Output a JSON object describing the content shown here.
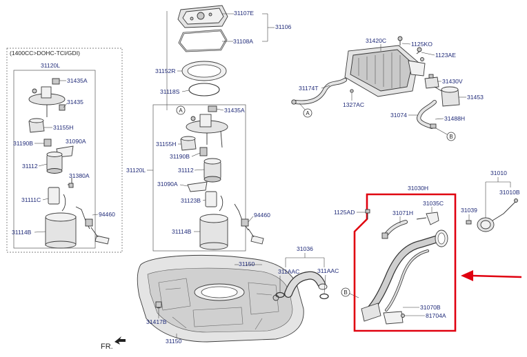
{
  "variant_label": "(1400CC>DOHC-TCI/GDI)",
  "direction_label": "FR.",
  "callout_letters": {
    "a": "A",
    "b": "B"
  },
  "highlight_color": "#e0000f",
  "part_labels": {
    "p31107E": "31107E",
    "p31108A": "31108A",
    "p31106": "31106",
    "p31152R": "31152R",
    "p31118S": "31118S",
    "p31420C": "31420C",
    "p1125KO": "1125KO",
    "p1123AE": "1123AE",
    "p31174T": "31174T",
    "p31430V": "31430V",
    "p31453": "31453",
    "p1327AC": "1327AC",
    "p31074": "31074",
    "p31488H": "31488H",
    "p31120L_inset": "31120L",
    "p31435A_inset": "31435A",
    "p31435_inset": "31435",
    "p31155H_inset": "31155H",
    "p31190B_inset": "31190B",
    "p31090A_inset": "31090A",
    "p31112_inset": "31112",
    "p31380A_inset": "31380A",
    "p31111C_inset": "31111C",
    "p94460_inset": "94460",
    "p31114B_inset": "31114B",
    "p31435A_main": "31435A",
    "p31155H_main": "31155H",
    "p31190B_main": "31190B",
    "p31120L_main": "31120L",
    "p31112_main": "31112",
    "p31090A_main": "31090A",
    "p31123B_main": "31123B",
    "p94460_main": "94460",
    "p31114B_main": "31114B",
    "p31150_a": "31150",
    "p31417B": "31417B",
    "p31150_b": "31150",
    "p31036": "31036",
    "p311AAC_a": "311AAC",
    "p311AAC_b": "311AAC",
    "p31030H": "31030H",
    "p1125AD": "1125AD",
    "p31071H": "31071H",
    "p31035C": "31035C",
    "p31039": "31039",
    "p31010": "31010",
    "p31010B": "31010B",
    "p31070B": "31070B",
    "p81704A": "81704A"
  }
}
